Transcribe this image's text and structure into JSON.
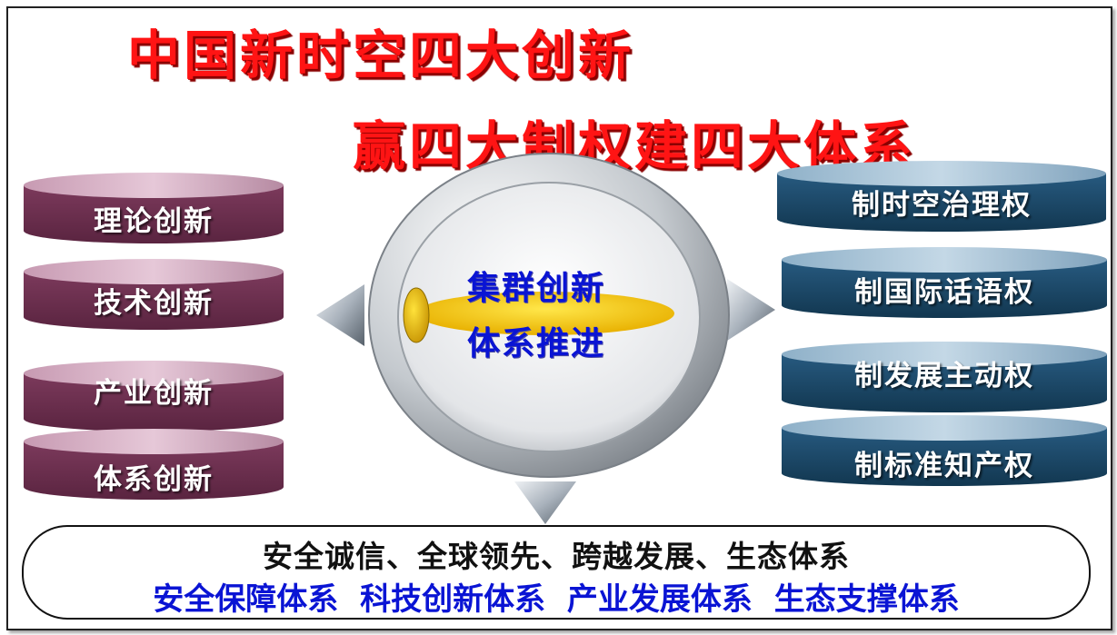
{
  "title_line1": "中国新时空四大创新",
  "title_line2": "赢四大制权建四大体系",
  "left_items": [
    "理论创新",
    "技术创新",
    "产业创新",
    "体系创新"
  ],
  "right_items": [
    "制时空治理权",
    "制国际话语权",
    "制发展主动权",
    "制标准知产权"
  ],
  "center": {
    "line1": "集群创新",
    "line2": "体系推进"
  },
  "bottom": {
    "line1": "安全诚信、全球领先、跨越发展、生态体系",
    "line2": "安全保障体系 科技创新体系 产业发展体系 生态支撑体系"
  },
  "colors": {
    "title": "#ff1414",
    "left_cylinder": "#6e2e4e",
    "right_cylinder": "#1c4a6c",
    "center_text": "#0a14d4",
    "ellipse": "#f2c200"
  }
}
